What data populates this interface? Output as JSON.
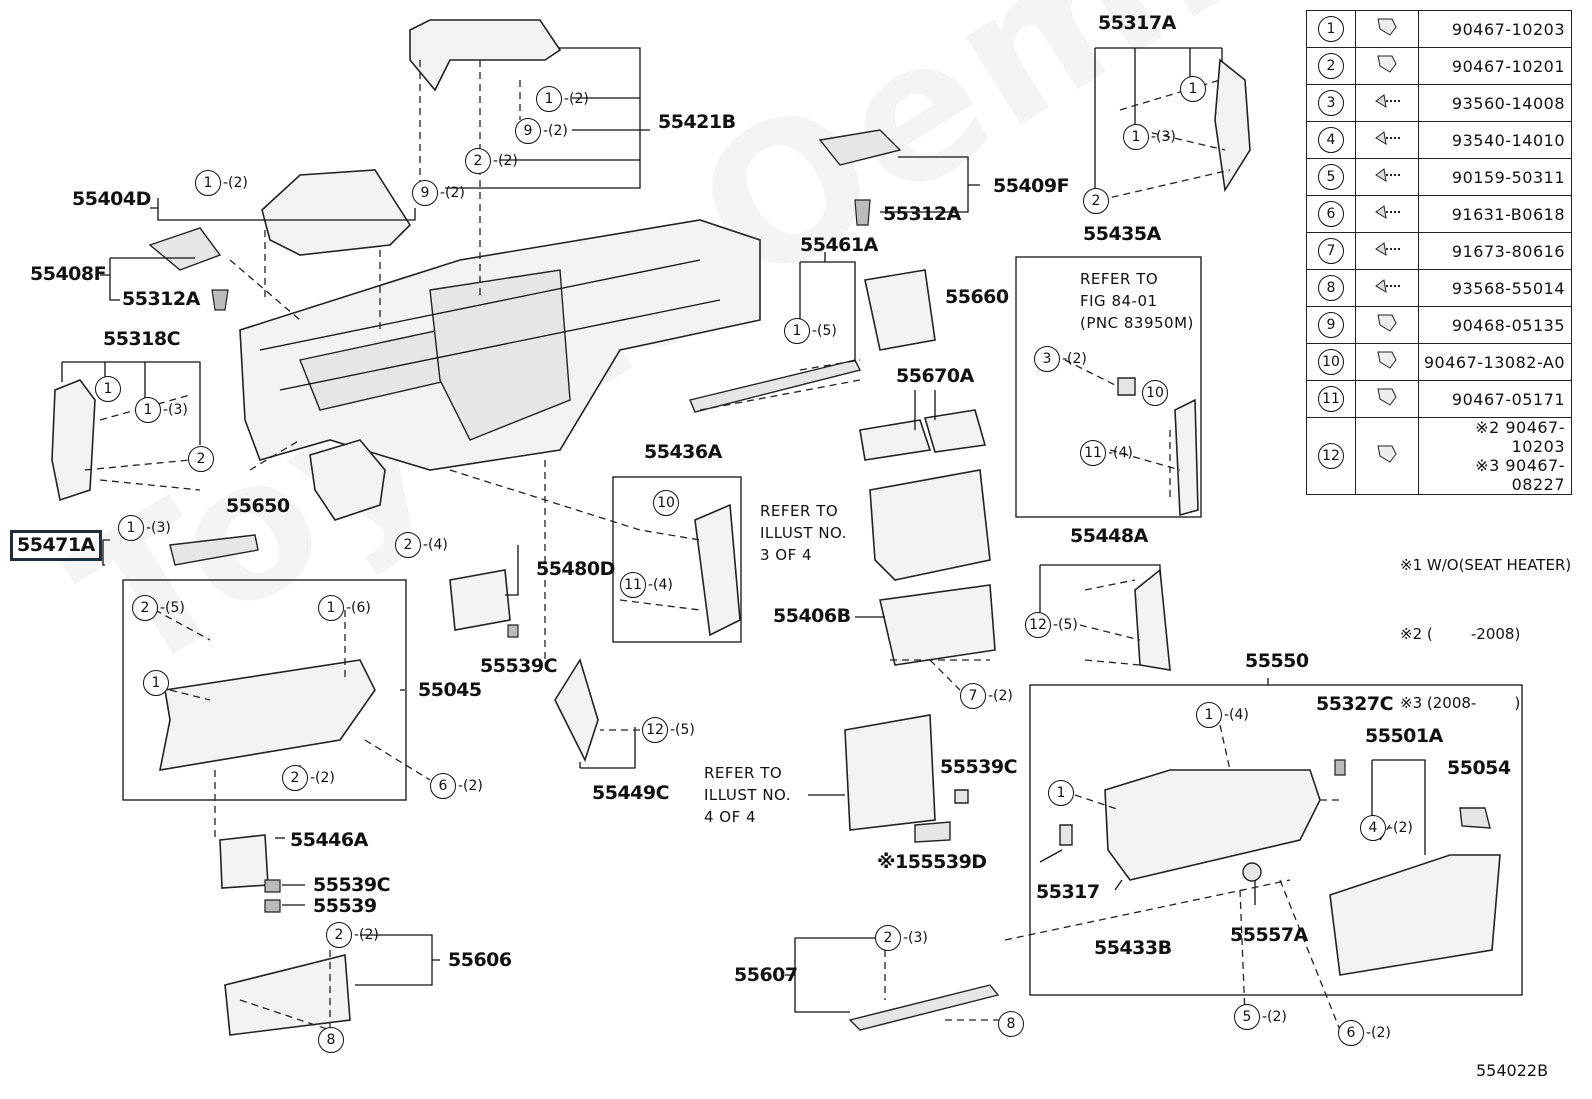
{
  "watermark": "ToyotaOemParts",
  "figure_number": "554022B",
  "highlighted_part": "55471A",
  "part_labels": [
    {
      "key": "p55317A",
      "text": "55317A"
    },
    {
      "key": "p55421B",
      "text": "55421B"
    },
    {
      "key": "p55404D",
      "text": "55404D"
    },
    {
      "key": "p55409F",
      "text": "55409F"
    },
    {
      "key": "p55312A_a",
      "text": "55312A"
    },
    {
      "key": "p55435A",
      "text": "55435A"
    },
    {
      "key": "p55408F",
      "text": "55408F"
    },
    {
      "key": "p55312A_b",
      "text": "55312A"
    },
    {
      "key": "p55461A",
      "text": "55461A"
    },
    {
      "key": "p55660",
      "text": "55660"
    },
    {
      "key": "p55318C",
      "text": "55318C"
    },
    {
      "key": "p55670A",
      "text": "55670A"
    },
    {
      "key": "p55650",
      "text": "55650"
    },
    {
      "key": "p55436A",
      "text": "55436A"
    },
    {
      "key": "p55480D",
      "text": "55480D"
    },
    {
      "key": "p55448A",
      "text": "55448A"
    },
    {
      "key": "p55406B",
      "text": "55406B"
    },
    {
      "key": "p55539C_a",
      "text": "55539C"
    },
    {
      "key": "p55045",
      "text": "55045"
    },
    {
      "key": "p55550",
      "text": "55550"
    },
    {
      "key": "p55327C",
      "text": "55327C"
    },
    {
      "key": "p55501A",
      "text": "55501A"
    },
    {
      "key": "p55054",
      "text": "55054"
    },
    {
      "key": "p55449C",
      "text": "55449C"
    },
    {
      "key": "p55539C_b",
      "text": "55539C"
    },
    {
      "key": "p55446A",
      "text": "55446A"
    },
    {
      "key": "p55539D",
      "text": "※155539D"
    },
    {
      "key": "p55539C_c",
      "text": "55539C"
    },
    {
      "key": "p55539",
      "text": "55539"
    },
    {
      "key": "p55317",
      "text": "55317"
    },
    {
      "key": "p55433B",
      "text": "55433B"
    },
    {
      "key": "p55557A",
      "text": "55557A"
    },
    {
      "key": "p55606",
      "text": "55606"
    },
    {
      "key": "p55607",
      "text": "55607"
    }
  ],
  "notes": {
    "refer_84_01": [
      "REFER TO",
      "FIG 84-01",
      "(PNC 83950M)"
    ],
    "refer_3of4": [
      "REFER TO",
      "ILLUST NO.",
      "3 OF 4"
    ],
    "refer_4of4": [
      "REFER TO",
      "ILLUST NO.",
      "4 OF 4"
    ]
  },
  "callouts": [
    {
      "key": "c1",
      "num": "1",
      "qty": "-(2)"
    },
    {
      "key": "c2",
      "num": "9",
      "qty": "-(2)"
    },
    {
      "key": "c3",
      "num": "2",
      "qty": "-(2)"
    },
    {
      "key": "c4",
      "num": "9",
      "qty": "-(2)"
    },
    {
      "key": "c5",
      "num": "1",
      "qty": "-(2)"
    },
    {
      "key": "c6",
      "num": "1",
      "qty": ""
    },
    {
      "key": "c7",
      "num": "1",
      "qty": "-(3)"
    },
    {
      "key": "c8",
      "num": "2",
      "qty": ""
    },
    {
      "key": "c9",
      "num": "1",
      "qty": ""
    },
    {
      "key": "c10",
      "num": "1",
      "qty": "-(3)"
    },
    {
      "key": "c11",
      "num": "2",
      "qty": ""
    },
    {
      "key": "c12",
      "num": "1",
      "qty": "-(5)"
    },
    {
      "key": "c13",
      "num": "3",
      "qty": "-(2)"
    },
    {
      "key": "c14",
      "num": "10",
      "qty": ""
    },
    {
      "key": "c15",
      "num": "11",
      "qty": "-(4)"
    },
    {
      "key": "c16",
      "num": "1",
      "qty": "-(3)"
    },
    {
      "key": "c17",
      "num": "2",
      "qty": "-(4)"
    },
    {
      "key": "c18",
      "num": "10",
      "qty": ""
    },
    {
      "key": "c19",
      "num": "11",
      "qty": "-(4)"
    },
    {
      "key": "c20",
      "num": "12",
      "qty": "-(5)"
    },
    {
      "key": "c21",
      "num": "2",
      "qty": "-(5)"
    },
    {
      "key": "c22",
      "num": "1",
      "qty": "-(6)"
    },
    {
      "key": "c23",
      "num": "1",
      "qty": ""
    },
    {
      "key": "c24",
      "num": "2",
      "qty": "-(2)"
    },
    {
      "key": "c25",
      "num": "6",
      "qty": "-(2)"
    },
    {
      "key": "c26",
      "num": "12",
      "qty": "-(5)"
    },
    {
      "key": "c27",
      "num": "7",
      "qty": "-(2)"
    },
    {
      "key": "c28",
      "num": "1",
      "qty": "-(4)"
    },
    {
      "key": "c29",
      "num": "1",
      "qty": ""
    },
    {
      "key": "c30",
      "num": "4",
      "qty": "-(2)"
    },
    {
      "key": "c31",
      "num": "2",
      "qty": "-(2)"
    },
    {
      "key": "c32",
      "num": "8",
      "qty": ""
    },
    {
      "key": "c33",
      "num": "2",
      "qty": "-(3)"
    },
    {
      "key": "c34",
      "num": "8",
      "qty": ""
    },
    {
      "key": "c35",
      "num": "5",
      "qty": "-(2)"
    },
    {
      "key": "c36",
      "num": "6",
      "qty": "-(2)"
    }
  ],
  "legend": [
    {
      "num": "1",
      "icon": "clip-icon",
      "pn": "90467-10203"
    },
    {
      "num": "2",
      "icon": "clip-icon",
      "pn": "90467-10201"
    },
    {
      "num": "3",
      "icon": "screw-icon",
      "pn": "93560-14008"
    },
    {
      "num": "4",
      "icon": "screw-icon",
      "pn": "93540-14010"
    },
    {
      "num": "5",
      "icon": "screw-icon",
      "pn": "90159-50311"
    },
    {
      "num": "6",
      "icon": "screw-icon",
      "pn": "91631-B0618"
    },
    {
      "num": "7",
      "icon": "screw-icon",
      "pn": "91673-80616"
    },
    {
      "num": "8",
      "icon": "screw-icon",
      "pn": "93568-55014"
    },
    {
      "num": "9",
      "icon": "clip-icon",
      "pn": "90468-05135"
    },
    {
      "num": "10",
      "icon": "clip-icon",
      "pn": "90467-13082-A0"
    },
    {
      "num": "11",
      "icon": "clip-icon",
      "pn": "90467-05171"
    },
    {
      "num": "12",
      "icon": "clip-icon",
      "pn": "※2 90467-10203",
      "pn2": "※3 90467-08227"
    }
  ],
  "legend_notes": [
    "※1 W/O(SEAT HEATER)",
    "※2 (        -2008)",
    "※3 (2008-        )"
  ]
}
